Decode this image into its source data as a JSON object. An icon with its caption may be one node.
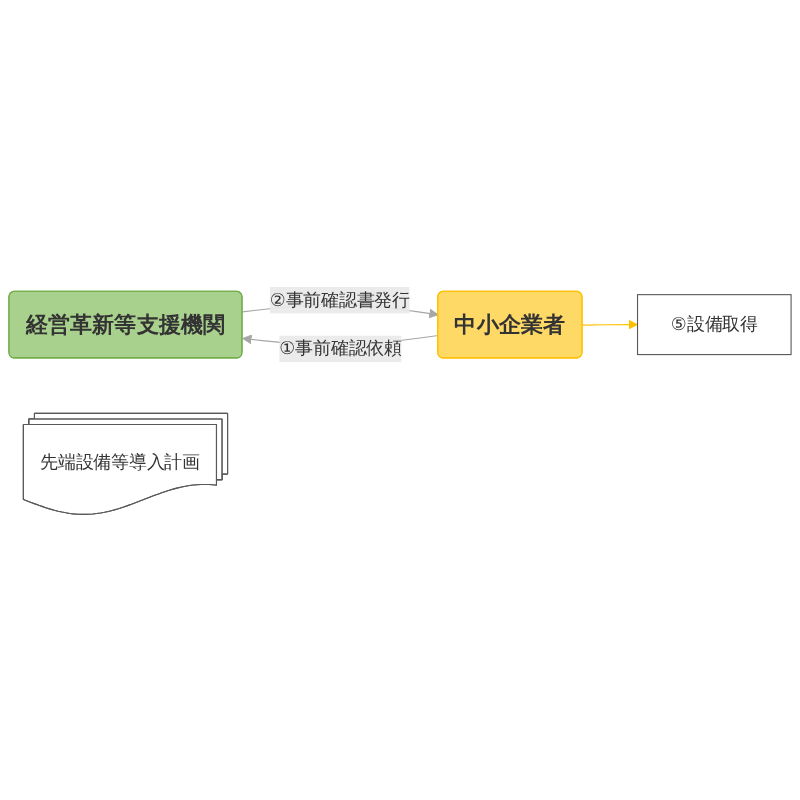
{
  "diagram": {
    "nodes": [
      {
        "text": [
          "経営革新等支援機関"
        ]
      },
      {
        "text": [
          "先端設備等導入計画"
        ]
      },
      {
        "text": [
          "中小企業者"
        ]
      },
      {
        "text": [
          "⑤設備取得"
        ]
      }
    ],
    "edges": [
      {
        "from": 2,
        "to": 0,
        "arrow": "to",
        "label": "①事前確認依頼"
      },
      {
        "from": 0,
        "to": 2,
        "arrow": "to",
        "label": "②事前確認書発行"
      },
      {
        "from": 2,
        "to": 3,
        "arrow": "to",
        "color": "#ffc000"
      }
    ]
  }
}
